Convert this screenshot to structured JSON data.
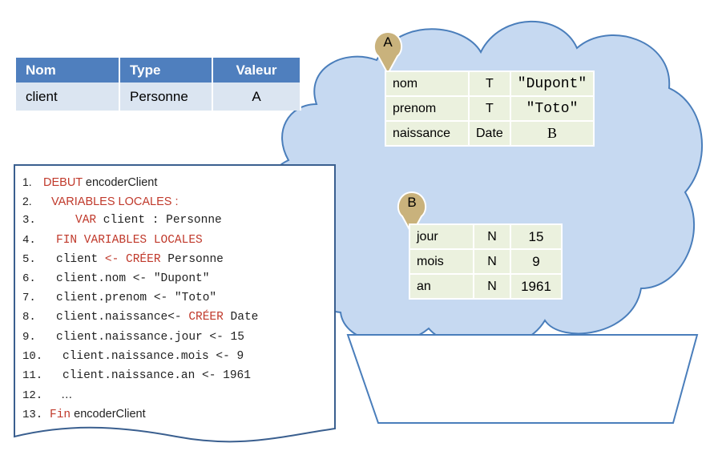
{
  "variables_table": {
    "headers": [
      "Nom",
      "Type",
      "Valeur"
    ],
    "row": [
      "client",
      "Personne",
      "A"
    ]
  },
  "object_a": {
    "label": "A",
    "rows": [
      {
        "name": "nom",
        "type": "T",
        "value": "\"Dupont\""
      },
      {
        "name": "prenom",
        "type": "T",
        "value": "\"Toto\""
      },
      {
        "name": "naissance",
        "type": "Date",
        "value": "B"
      }
    ]
  },
  "object_b": {
    "label": "B",
    "rows": [
      {
        "name": "jour",
        "type": "N",
        "value": "15"
      },
      {
        "name": "mois",
        "type": "N",
        "value": "9"
      },
      {
        "name": "an",
        "type": "N",
        "value": "1961"
      }
    ]
  },
  "code": {
    "n1": "1.",
    "l1_kw": "DEBUT",
    "l1_rest": " encoderClient",
    "n2": "2.",
    "l2_kw": "VARIABLES LOCALES :",
    "n3": "3.",
    "l3_kw": "VAR",
    "l3_rest": " client : Personne",
    "n4": "4.",
    "l4_kw": "FIN VARIABLES LOCALES",
    "n5": "5.",
    "l5_a": "client ",
    "l5_kw": "<- CRÉER",
    "l5_b": " Personne",
    "n6": "6.",
    "l6": "client.nom <- \"Dupont\"",
    "n7": "7.",
    "l7": "client.prenom <- \"Toto\"",
    "n8": "8.",
    "l8_a": "client.naissance<- ",
    "l8_kw": "CRÉER",
    "l8_b": " Date",
    "n9": "9.",
    "l9": "client.naissance.jour <- 15",
    "n10": "10.",
    "l10": "client.naissance.mois <- 9",
    "n11": "11.",
    "l11": "client.naissance.an <- 1961",
    "n12": "12.",
    "l12": "…",
    "n13": "13.",
    "l13_kw": "Fin",
    "l13_rest": " encoderClient"
  },
  "colors": {
    "cloud_fill": "#c6d9f1",
    "cloud_stroke": "#4a7ebb",
    "header_blue": "#4f7fbe",
    "cell_blue": "#dbe5f1",
    "cell_green": "#ebf1de",
    "pin": "#c9b27c",
    "keyword_red": "#c0392b"
  }
}
